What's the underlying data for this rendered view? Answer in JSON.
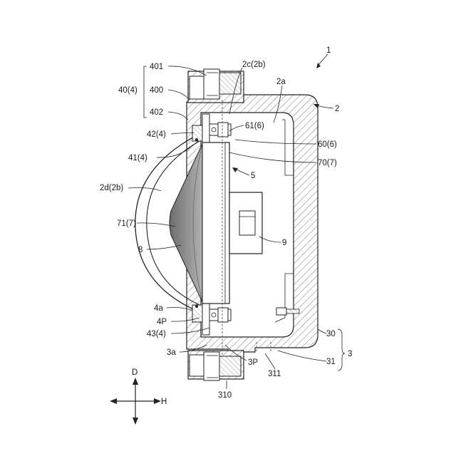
{
  "figure": {
    "labels": {
      "l1": "1",
      "l2": "2",
      "l2a": "2a",
      "l2c": "2c(2b)",
      "l2d": "2d(2b)",
      "l3": "3",
      "l3a": "3a",
      "l3p": "3P",
      "l4a": "4a",
      "l4p": "4P",
      "l5": "5",
      "l8": "8",
      "l9": "9",
      "l30": "30",
      "l31": "31",
      "l311": "311",
      "l310": "310",
      "l40": "40(4)",
      "l41": "41(4)",
      "l42": "42(4)",
      "l43": "43(4)",
      "l60": "60(6)",
      "l61": "61(6)",
      "l70": "70(7)",
      "l71": "71(7)",
      "l400": "400",
      "l401": "401",
      "l402": "402"
    },
    "directions": {
      "down": "D",
      "horizontal": "H"
    }
  }
}
